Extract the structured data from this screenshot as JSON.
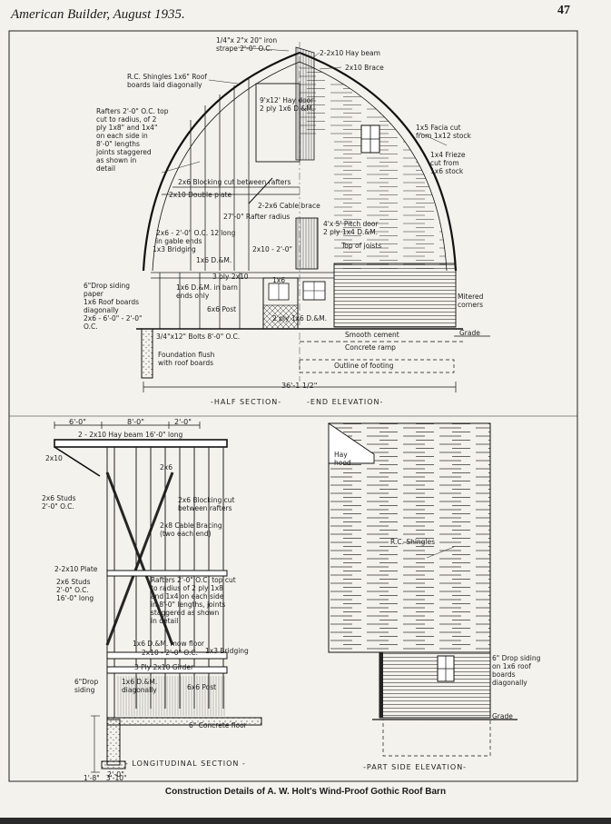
{
  "header": {
    "running_head": "American Builder, August 1935.",
    "page_number": "47"
  },
  "caption": "Construction Details of A. W. Holt's Wind-Proof Gothic Roof Barn",
  "views": {
    "half_section": "-HALF SECTION-",
    "end_elevation": "-END ELEVATION-",
    "longitudinal_section": "- LONGITUDINAL  SECTION -",
    "part_side_elevation": "-PART SIDE ELEVATION-"
  },
  "end_elevation_annotations": {
    "iron_strape": "1/4\"x 2\"x 20\" iron\nstrape 2'-0\" O.C.",
    "hay_beam": "2-2x10 Hay beam",
    "brace": "2x10 Brace",
    "rc_shingles": "R.C. Shingles 1x6\" Roof\nboards laid diagonally",
    "hay_door": "9'x12' Hay door\n2 ply 1x6 D.&M.",
    "rafters": "Rafters 2'-0\" O.C. top\ncut to radius, of 2\nply 1x8\" and 1x4\"\non each side in\n8'-0\" lengths\njoints staggered\nas shown in\ndetail",
    "facia": "1x5 Facia cut\nfrom 1x12 stock",
    "frieze": "1x4 Frieze\ncut from\n1x6 stock",
    "blocking": "2x6 Blocking cut between rafters",
    "double_plate": "2x10 Double plate",
    "rafter_radius": "27'-0\" Rafter radius",
    "cable_brace": "2-2x6 Cable brace",
    "gable_ends": "2x6 - 2'-0\" O.C. 12'long\nin gable ends",
    "pitch_door": "4'x 5' Pitch door\n2 ply 1x4 D.&M.",
    "bridging": "1x3 Bridging",
    "top_of_joists": "Top of joists",
    "dm": "1x6 D.&M.",
    "joists": "2x10 - 2'-0\"",
    "three_ply": "3 ply 2x10",
    "barn_ends": "1x6 D.&M. in barn\nends only",
    "drop_siding": "6\"Drop siding\npaper\n1x6 Roof boards\ndiagonally\n2x6 - 6'-0\" - 2'-0\"\nO.C.",
    "post": "6x6 Post",
    "two_ply": "2 ply 1x6 D.&M.",
    "one_by_six": "1x6",
    "mitered_corners": "Mitered\ncorners",
    "bolts": "3/4\"x12\" Bolts 8'-0\" O.C.",
    "smooth_cement": "Smooth cement",
    "grade": "Grade",
    "foundation": "Foundation flush\nwith roof boards",
    "concrete_ramp": "Concrete ramp",
    "outline_footing": "Outline of footing",
    "overall_width": "36'-1 1/2\""
  },
  "longitudinal_annotations": {
    "dim_6": "6'-0\"",
    "dim_8": "8'-0\"",
    "dim_2": "2'-0\"",
    "hay_beam": "2 - 2x10 Hay beam 16'-0\" long",
    "two_by_ten": "2x10",
    "two_by_six": "2x6",
    "studs": "2x6 Studs\n2'-0\" O.C.",
    "blocking": "2x6 Blocking cut\nbetween rafters",
    "cable_bracing": "2x8 Cable Bracing\n(two each end)",
    "plate": "2-2x10 Plate",
    "studs_long": "2x6 Studs\n2'-0\" O.C.\n16'-0\" long",
    "rafters": "Rafters 2'-0\" O.C. top cut\nto radius of 2 ply 1x8\nand 1x4 on each side\nin 8'-0\" lengths, joints\nstaggered as shown\nin detail",
    "mow_floor": "1x6 D.&M. mow floor",
    "joists": "2x10 - 2'-0\" O.C.",
    "bridging": "1x3 Bridging",
    "girder": "3 Ply 2x10 Girder",
    "drop_siding": "6\"Drop\nsiding",
    "diagonally": "1x6 D.&M.\ndiagonally",
    "post": "6x6 Post",
    "concrete_floor": "6\" Concrete floor",
    "dim_vertical": "1'-8\"   3'-10\"",
    "dim_bottom": "2'-0\""
  },
  "side_elevation_annotations": {
    "hay_hood": "Hay\nhood",
    "rc_shingles": "R.C. Shingles",
    "drop_siding": "6\" Drop siding\non 1x6 roof\nboards\ndiagonally",
    "grade": "Grade"
  }
}
